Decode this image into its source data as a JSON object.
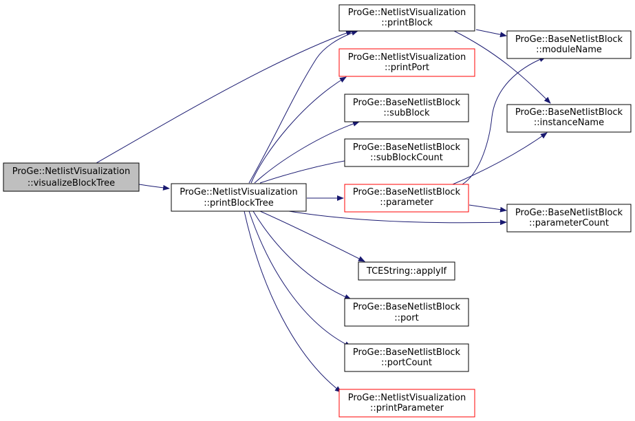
{
  "colors": {
    "edge": "#191970",
    "node_border_default": "#000000",
    "node_border_incomplete": "#ff0000",
    "root_fill": "#bfbfbf",
    "node_fill": "#ffffff"
  },
  "nodes": {
    "visualizeBlockTree": {
      "line1": "ProGe::NetlistVisualization",
      "line2": "::visualizeBlockTree"
    },
    "printBlockTree": {
      "line1": "ProGe::NetlistVisualization",
      "line2": "::printBlockTree"
    },
    "printBlock": {
      "line1": "ProGe::NetlistVisualization",
      "line2": "::printBlock"
    },
    "printPort": {
      "line1": "ProGe::NetlistVisualization",
      "line2": "::printPort"
    },
    "subBlock": {
      "line1": "ProGe::BaseNetlistBlock",
      "line2": "::subBlock"
    },
    "subBlockCount": {
      "line1": "ProGe::BaseNetlistBlock",
      "line2": "::subBlockCount"
    },
    "parameter": {
      "line1": "ProGe::BaseNetlistBlock",
      "line2": "::parameter"
    },
    "applyIf": {
      "line1": "TCEString::applyIf"
    },
    "port": {
      "line1": "ProGe::BaseNetlistBlock",
      "line2": "::port"
    },
    "portCount": {
      "line1": "ProGe::BaseNetlistBlock",
      "line2": "::portCount"
    },
    "printParameter": {
      "line1": "ProGe::NetlistVisualization",
      "line2": "::printParameter"
    },
    "moduleName": {
      "line1": "ProGe::BaseNetlistBlock",
      "line2": "::moduleName"
    },
    "instanceName": {
      "line1": "ProGe::BaseNetlistBlock",
      "line2": "::instanceName"
    },
    "parameterCount": {
      "line1": "ProGe::BaseNetlistBlock",
      "line2": "::parameterCount"
    }
  }
}
